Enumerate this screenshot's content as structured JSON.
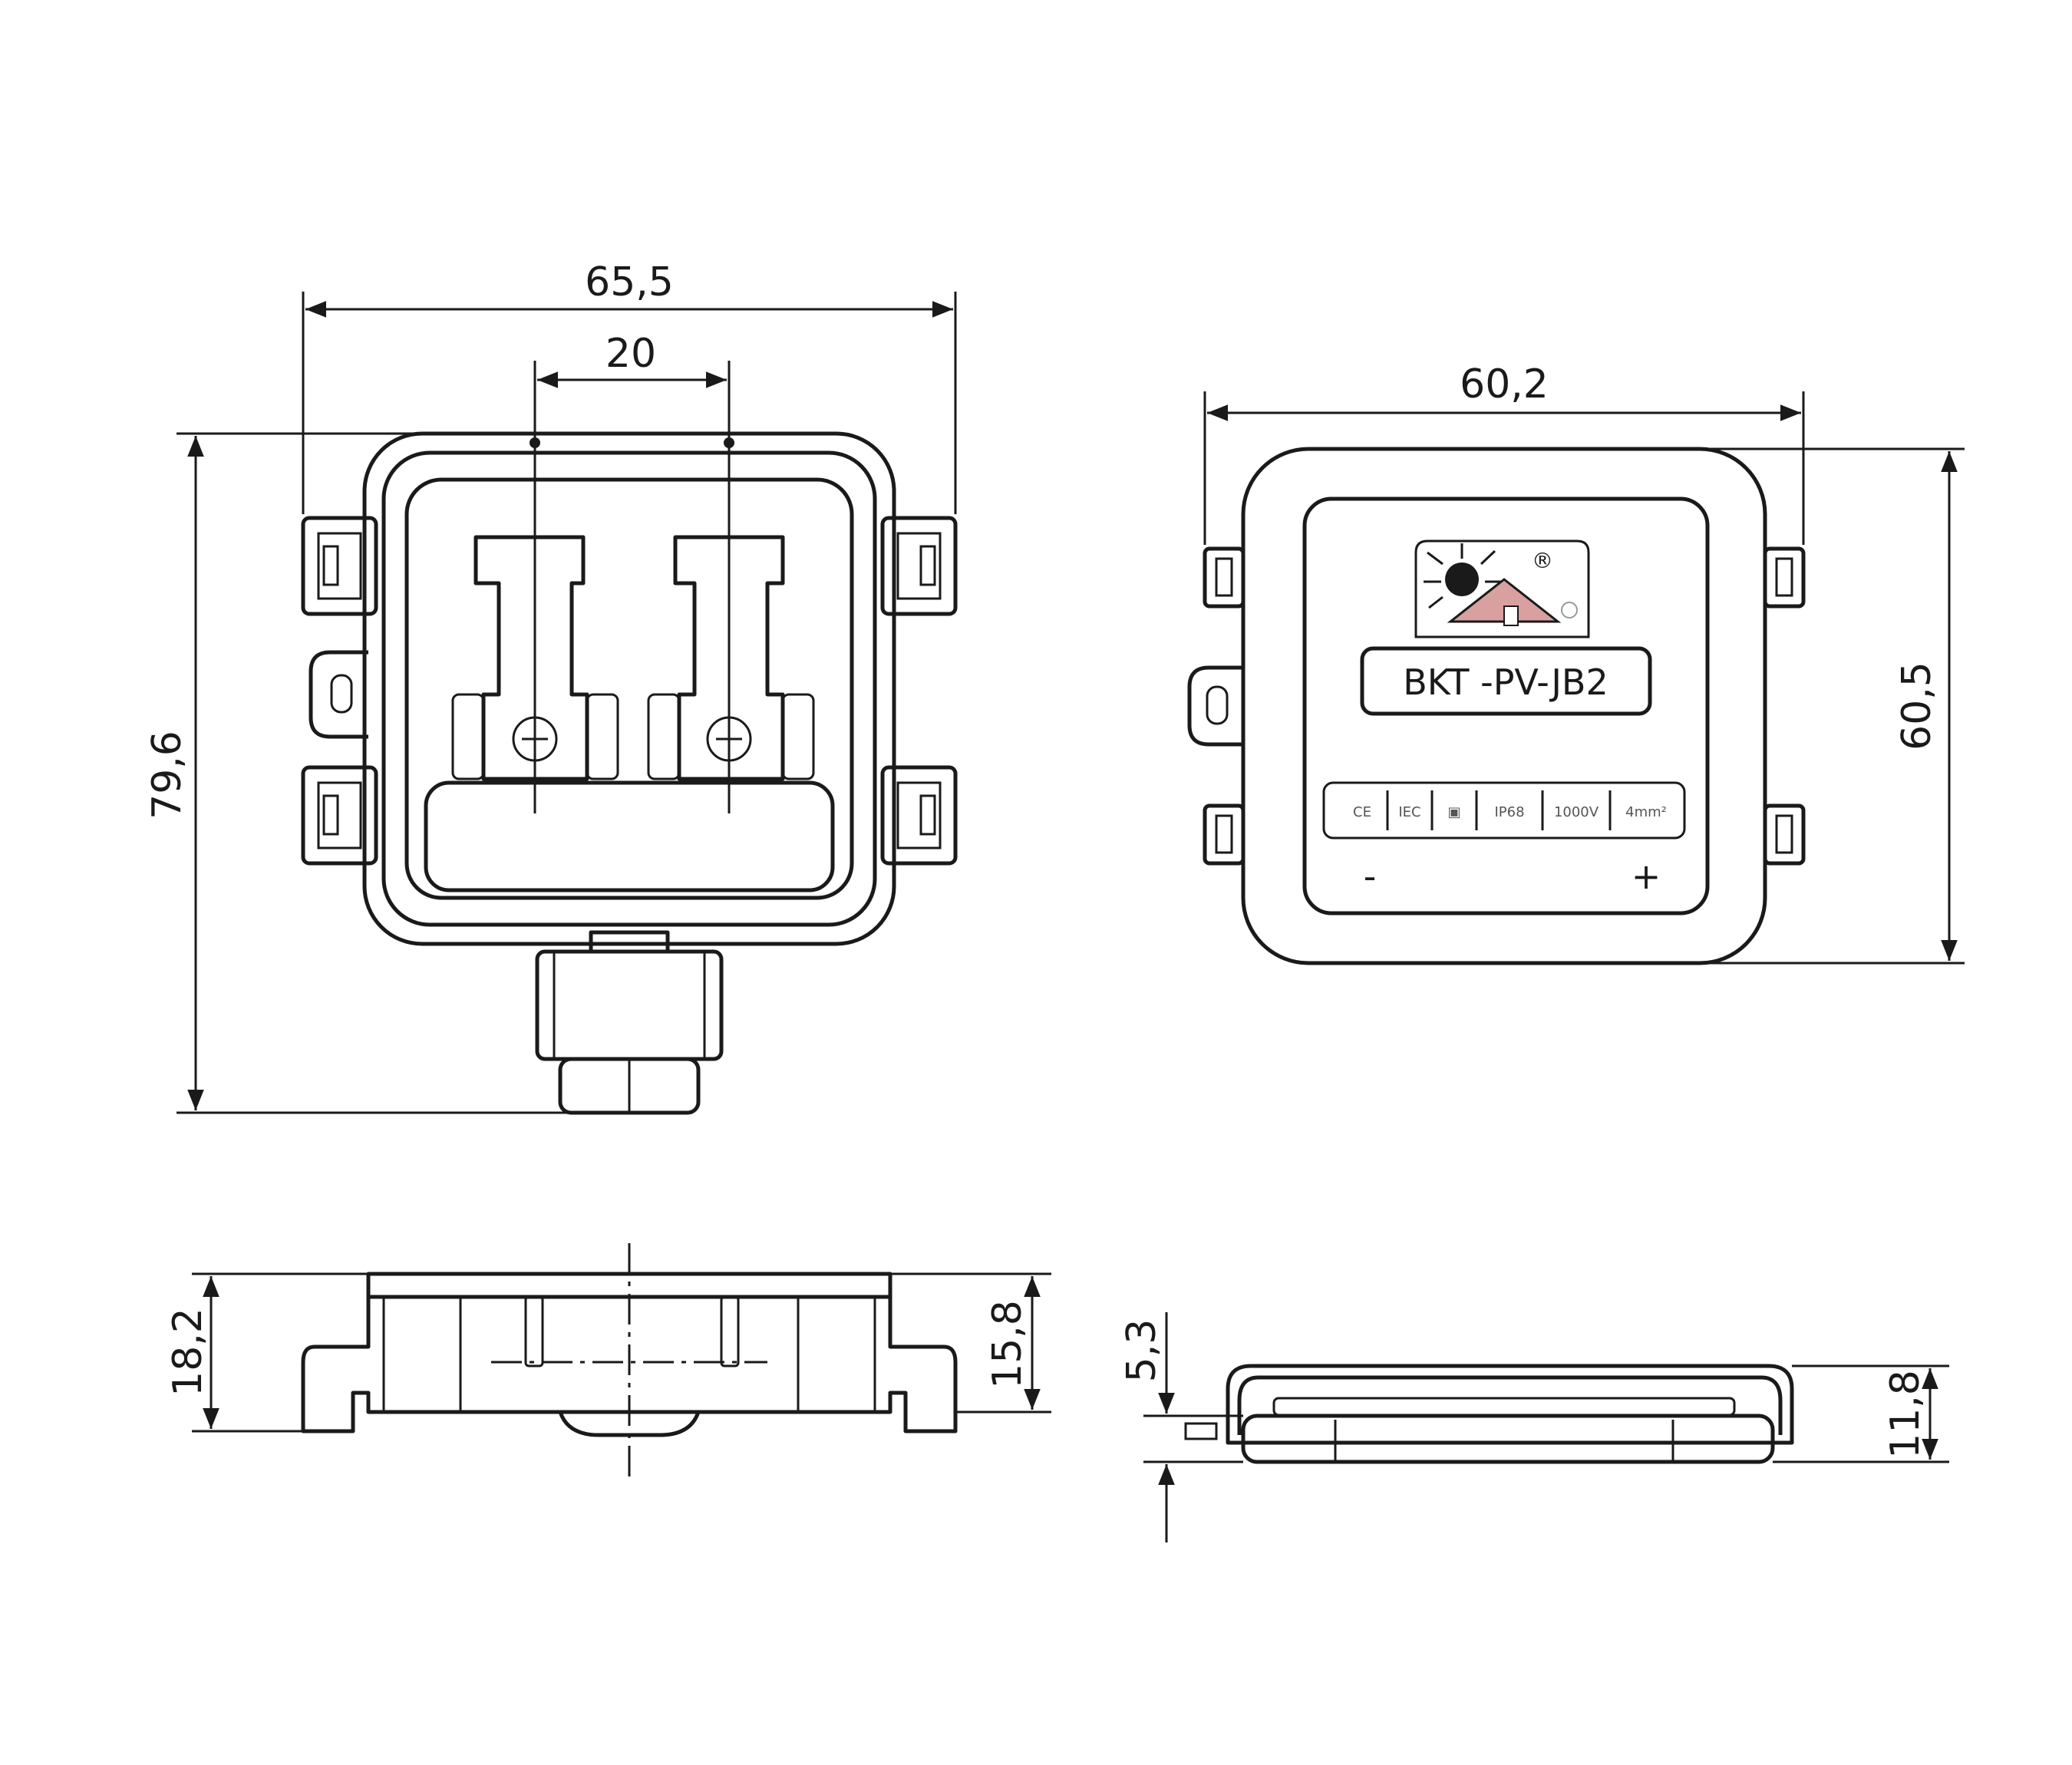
{
  "dimensions": {
    "front_width": "65,5",
    "terminal_spacing": "20",
    "front_height": "79,6",
    "cover_width": "60,2",
    "cover_height": "60,5",
    "side_height_total": "18,2",
    "side_height_body": "15,8",
    "cover_side_offset": "5,3",
    "cover_side_height": "11,8"
  },
  "label": {
    "model": "BKT -PV-JB2",
    "registered_mark": "®",
    "certifications": [
      "CE",
      "IEC",
      "▣",
      "IP68",
      "1000V",
      "4mm²"
    ],
    "minus": "-",
    "plus": "+"
  },
  "colors": {
    "line": "#1a1a1a",
    "logo_roof": "#d9a0a0"
  }
}
